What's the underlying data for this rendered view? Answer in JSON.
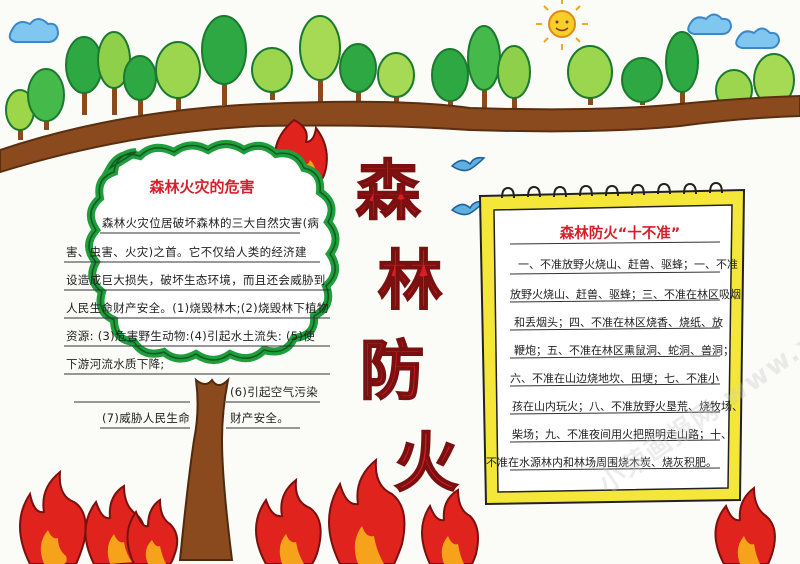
{
  "left_panel": {
    "title": "森林火灾的危害",
    "lines": [
      "森林火灾位居破坏森林的三大自然灾害(病",
      "害、虫害、火灾)之首。它不仅给人类的经济建",
      "设造成巨大损失，破坏生态环境，而且还会威胁到",
      "人民生命财产安全。(1)烧毁林木;(2)烧毁林下植物",
      "资源: (3)危害野生动物:(4)引起水土流失: (5)使",
      "下游河流水质下降;",
      "(6)引起空气污染",
      "(7)威胁人民生命",
      "财产安全。"
    ]
  },
  "vertical_title": [
    "森",
    "林",
    "防",
    "火"
  ],
  "right_panel": {
    "title": "森林防火“十不准”",
    "lines": [
      "一、不准放野火烧山、赶兽、驱蜂；一、不准",
      "放野火烧山、赶兽、驱蜂；三、不准在林区吸烟",
      "和丢烟头；四、不准在林区烧香、烧纸、放",
      "鞭炮；五、不准在林区熏鼠洞、蛇洞、兽洞；",
      "六、不准在山边烧地坎、田埂；七、不准小",
      "孩在山内玩火；八、不准放野火垦荒、烧牧场、",
      "柴场；九、不准夜间用火把照明走山路；十、",
      "不准在水源林内和林场周围烧木炭、烧灰积肥。"
    ]
  },
  "watermark": "小荣画报网 www.xxx.com",
  "colors": {
    "title_red": "#d81e2a",
    "tree_green": "#2fae4a",
    "trunk_brown": "#8b4a1e",
    "frame_yellow": "#f5e63a",
    "flame_red": "#e0231c",
    "flame_orange": "#f7a21b"
  }
}
